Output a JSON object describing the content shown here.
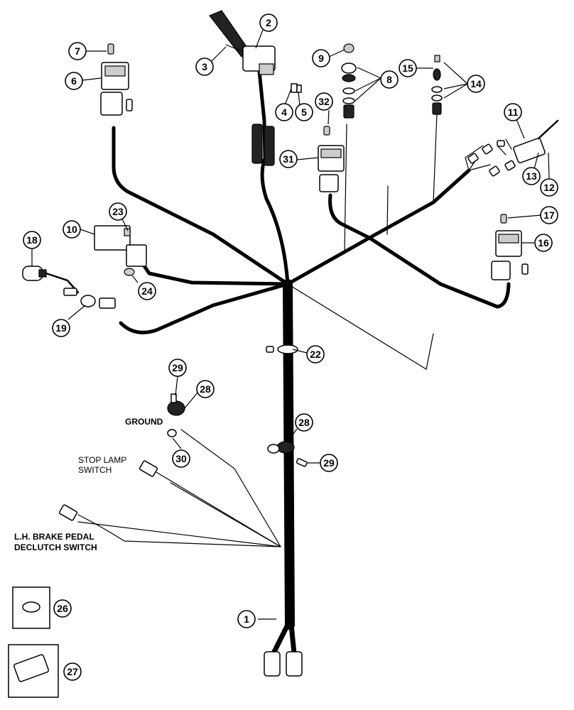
{
  "labels": {
    "ground": "GROUND",
    "stop_lamp_line1": "STOP LAMP",
    "stop_lamp_line2": "SWITCH",
    "brake_line1": "L.H. BRAKE PEDAL",
    "brake_line2": "DECLUTCH SWITCH"
  },
  "callouts": {
    "c1": "1",
    "c2": "2",
    "c3": "3",
    "c4": "4",
    "c5": "5",
    "c6": "6",
    "c7": "7",
    "c8": "8",
    "c9": "9",
    "c10": "10",
    "c11": "11",
    "c12": "12",
    "c13": "13",
    "c14": "14",
    "c15": "15",
    "c16": "16",
    "c17": "17",
    "c18": "18",
    "c19": "19",
    "c22": "22",
    "c23": "23",
    "c24": "24",
    "c26": "26",
    "c27": "27",
    "c28a": "28",
    "c28b": "28",
    "c29a": "29",
    "c29b": "29",
    "c30": "30",
    "c31": "31",
    "c32": "32"
  },
  "colors": {
    "ink": "#000000",
    "paper": "#ffffff"
  }
}
